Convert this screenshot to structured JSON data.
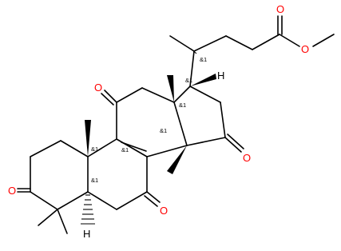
{
  "structure": {
    "atom_labels": {
      "o_ester_carbonyl": "O",
      "o_ester_ether": "O",
      "o_c11": "O",
      "o_c15": "O",
      "o_c3": "O",
      "o_c7": "O",
      "h_c17": "H",
      "h_c5": "H"
    },
    "stereo_labels": {
      "c20": "&1",
      "c13": "&1",
      "c17": "&1",
      "c10": "&1",
      "c9": "&1",
      "c14": "&1",
      "c5": "&1"
    }
  }
}
